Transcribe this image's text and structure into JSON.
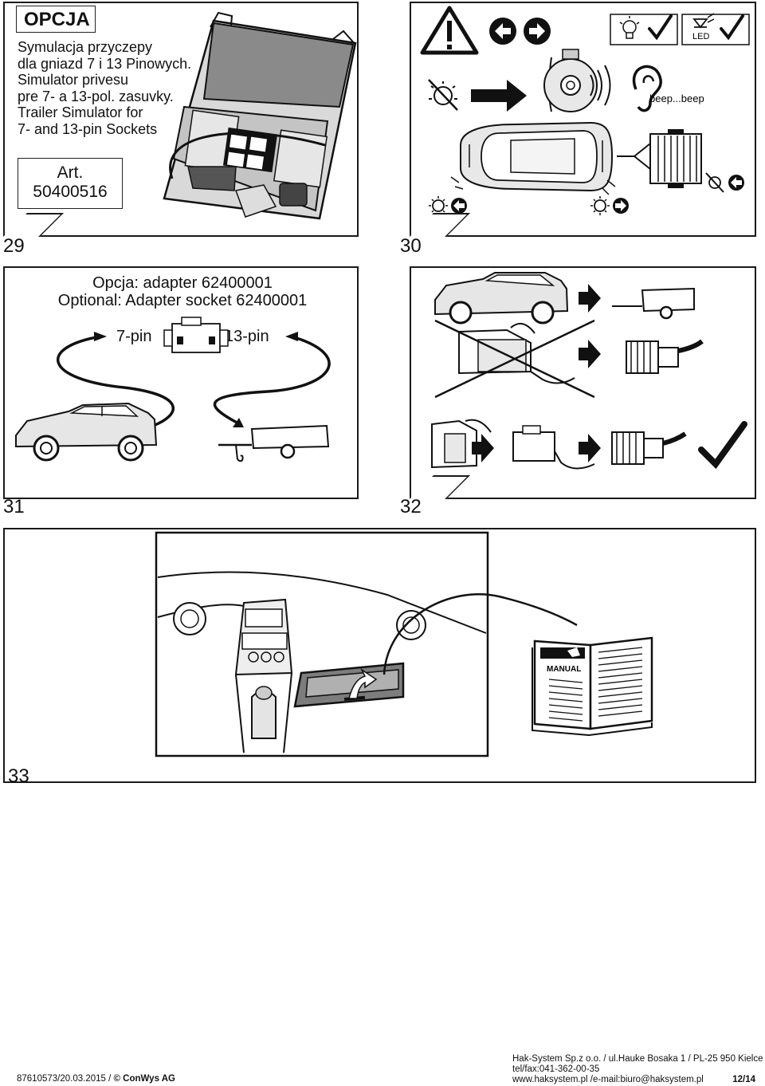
{
  "panels": {
    "p29": {
      "number": "29",
      "badge": "OPCJA",
      "text_lines": [
        "Symulacja przyczepy",
        "dla gniazd 7 i 13 Pinowych.",
        "Simulator privesu",
        "pre 7- a 13-pol. zasuvky.",
        "Trailer Simulator for",
        "7- and 13-pin Sockets"
      ],
      "art_label": "Art.",
      "art_number": "50400516"
    },
    "p30": {
      "number": "30",
      "beep_text": "beep...beep",
      "led_label": "LED",
      "icons": [
        "warning-triangle-icon",
        "arrow-left-circle-icon",
        "arrow-right-circle-icon",
        "bulb-icon",
        "check-icon",
        "led-icon",
        "check-icon",
        "lamp-off-icon",
        "buzzer-icon",
        "ear-icon"
      ]
    },
    "p31": {
      "number": "31",
      "line1": "Opcja: adapter 62400001",
      "line2": "Optional: Adapter socket 62400001",
      "left_label": "7-pin",
      "right_label": "13-pin"
    },
    "p32": {
      "number": "32"
    },
    "p33": {
      "number": "33",
      "manual_label": "MANUAL"
    }
  },
  "footer": {
    "doc_code": "87610573/20.03.2015",
    "copyright": "© ConWys AG",
    "company": "Hak-System Sp.z o.o. / ul.Hauke Bosaka 1 / PL-25 950 Kielce",
    "phone": "tel/fax:041-362-00-35",
    "web": "www.haksystem.pl /e-mail:biuro@haksystem.pl",
    "page": "12/14"
  }
}
